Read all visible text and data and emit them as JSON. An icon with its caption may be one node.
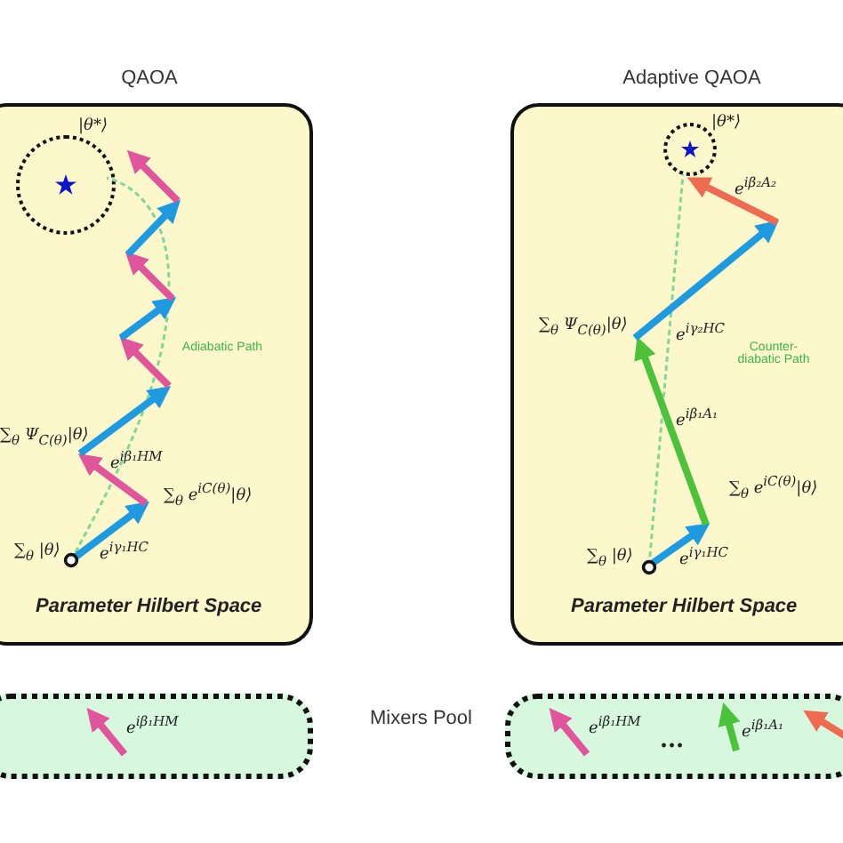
{
  "diagram": {
    "nodes": [
      {
        "text": [
          "QAOA",
          "Parameter Hilbert Space"
        ]
      },
      {
        "text": [
          "Adaptive QAOA",
          "Parameter Hilbert Space"
        ]
      },
      {
        "text": [],
        "shape": "circle",
        "in": 0
      },
      {
        "text": [],
        "shape": "circle",
        "in": 1
      },
      {
        "text": [
          "e$^{iβ₁HM}$"
        ]
      },
      {
        "text": [
          "e$^{iβ₁HM}$",
          "...",
          "e$^{iβ₁A₁}$"
        ]
      }
    ],
    "labels": [
      "|θ*⟩",
      "Adiabatic Path",
      "∑$_{θ}$ Ψ$_{C(θ)}$|θ⟩",
      "e$^{iβ₁HM}$",
      "∑$_{θ}$ e$^{iC(θ)}$|θ⟩",
      "e$^{iγ₁HC}$",
      "∑$_{θ}$ |θ⟩",
      "|θ*⟩",
      "e$^{iβ₂A₂}$",
      "∑$_{θ}$ Ψ$_{C(θ)}$|θ⟩",
      "e$^{iγ₂HC}$",
      "Counter-diabatic Path",
      "e$^{iβ₁A₁}$",
      "∑$_{θ}$ e$^{iC(θ)}$|θ⟩",
      "∑$_{θ}$ |θ⟩",
      "e$^{iγ₁HC}$",
      "Mixers Pool"
    ]
  }
}
